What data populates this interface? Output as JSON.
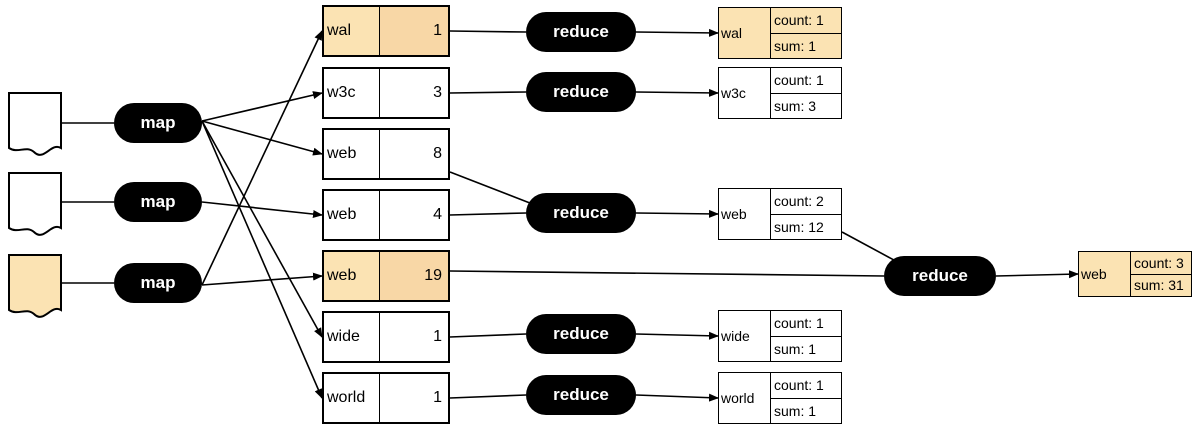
{
  "colors": {
    "highlight": "#fbe3b3",
    "highlight_value": "#f8d7a6",
    "node": "#000000",
    "background": "#ffffff"
  },
  "documents": [
    {
      "id": "doc-1",
      "highlighted": false
    },
    {
      "id": "doc-2",
      "highlighted": false
    },
    {
      "id": "doc-3",
      "highlighted": true
    }
  ],
  "map_label": "map",
  "reduce_label": "reduce",
  "intermediate_pairs": [
    {
      "key": "wal",
      "value": "1",
      "highlighted": true
    },
    {
      "key": "w3c",
      "value": "3",
      "highlighted": false
    },
    {
      "key": "web",
      "value": "8",
      "highlighted": false
    },
    {
      "key": "web",
      "value": "4",
      "highlighted": false
    },
    {
      "key": "web",
      "value": "19",
      "highlighted": true
    },
    {
      "key": "wide",
      "value": "1",
      "highlighted": false
    },
    {
      "key": "world",
      "value": "1",
      "highlighted": false
    }
  ],
  "results": [
    {
      "key": "wal",
      "count": "count: 1",
      "sum": "sum: 1",
      "highlighted": true
    },
    {
      "key": "w3c",
      "count": "count: 1",
      "sum": "sum: 3",
      "highlighted": false
    },
    {
      "key": "web",
      "count": "count: 2",
      "sum": "sum: 12",
      "highlighted": false
    },
    {
      "key": "wide",
      "count": "count: 1",
      "sum": "sum: 1",
      "highlighted": false
    },
    {
      "key": "world",
      "count": "count: 1",
      "sum": "sum: 1",
      "highlighted": false
    }
  ],
  "final_result": {
    "key": "web",
    "count": "count: 3",
    "sum": "sum: 31",
    "highlighted": true
  }
}
